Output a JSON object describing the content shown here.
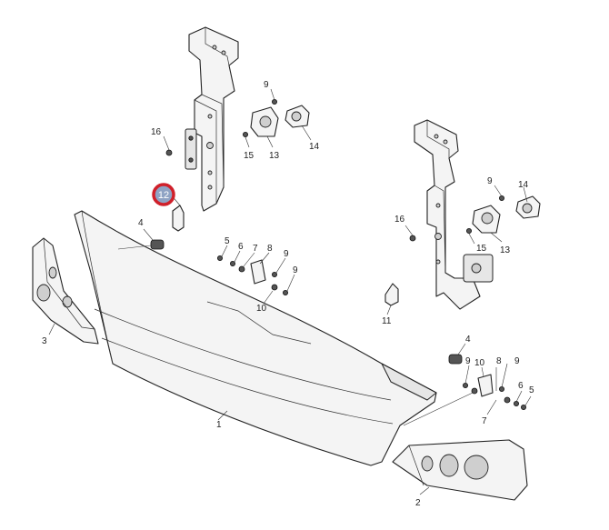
{
  "callouts": [
    {
      "id": "c1",
      "label": "1"
    },
    {
      "id": "c2",
      "label": "2"
    },
    {
      "id": "c3",
      "label": "3"
    },
    {
      "id": "c4a",
      "label": "4"
    },
    {
      "id": "c4b",
      "label": "4"
    },
    {
      "id": "c5a",
      "label": "5"
    },
    {
      "id": "c5b",
      "label": "5"
    },
    {
      "id": "c6a",
      "label": "6"
    },
    {
      "id": "c6b",
      "label": "6"
    },
    {
      "id": "c7a",
      "label": "7"
    },
    {
      "id": "c7b",
      "label": "7"
    },
    {
      "id": "c8a",
      "label": "8"
    },
    {
      "id": "c8b",
      "label": "8"
    },
    {
      "id": "c9a",
      "label": "9"
    },
    {
      "id": "c9b",
      "label": "9"
    },
    {
      "id": "c9c",
      "label": "9"
    },
    {
      "id": "c9d",
      "label": "9"
    },
    {
      "id": "c9e",
      "label": "9"
    },
    {
      "id": "c9f",
      "label": "9"
    },
    {
      "id": "c10a",
      "label": "10"
    },
    {
      "id": "c10b",
      "label": "10"
    },
    {
      "id": "c11",
      "label": "11"
    },
    {
      "id": "c12",
      "label": "12"
    },
    {
      "id": "c13a",
      "label": "13"
    },
    {
      "id": "c13b",
      "label": "13"
    },
    {
      "id": "c14a",
      "label": "14"
    },
    {
      "id": "c14b",
      "label": "14"
    },
    {
      "id": "c15a",
      "label": "15"
    },
    {
      "id": "c15b",
      "label": "15"
    },
    {
      "id": "c16a",
      "label": "16"
    },
    {
      "id": "c16b",
      "label": "16"
    }
  ],
  "highlighted_part": "12",
  "colors": {
    "highlight_ring": "#d0202a",
    "highlight_fill": "#8fa3c4"
  }
}
